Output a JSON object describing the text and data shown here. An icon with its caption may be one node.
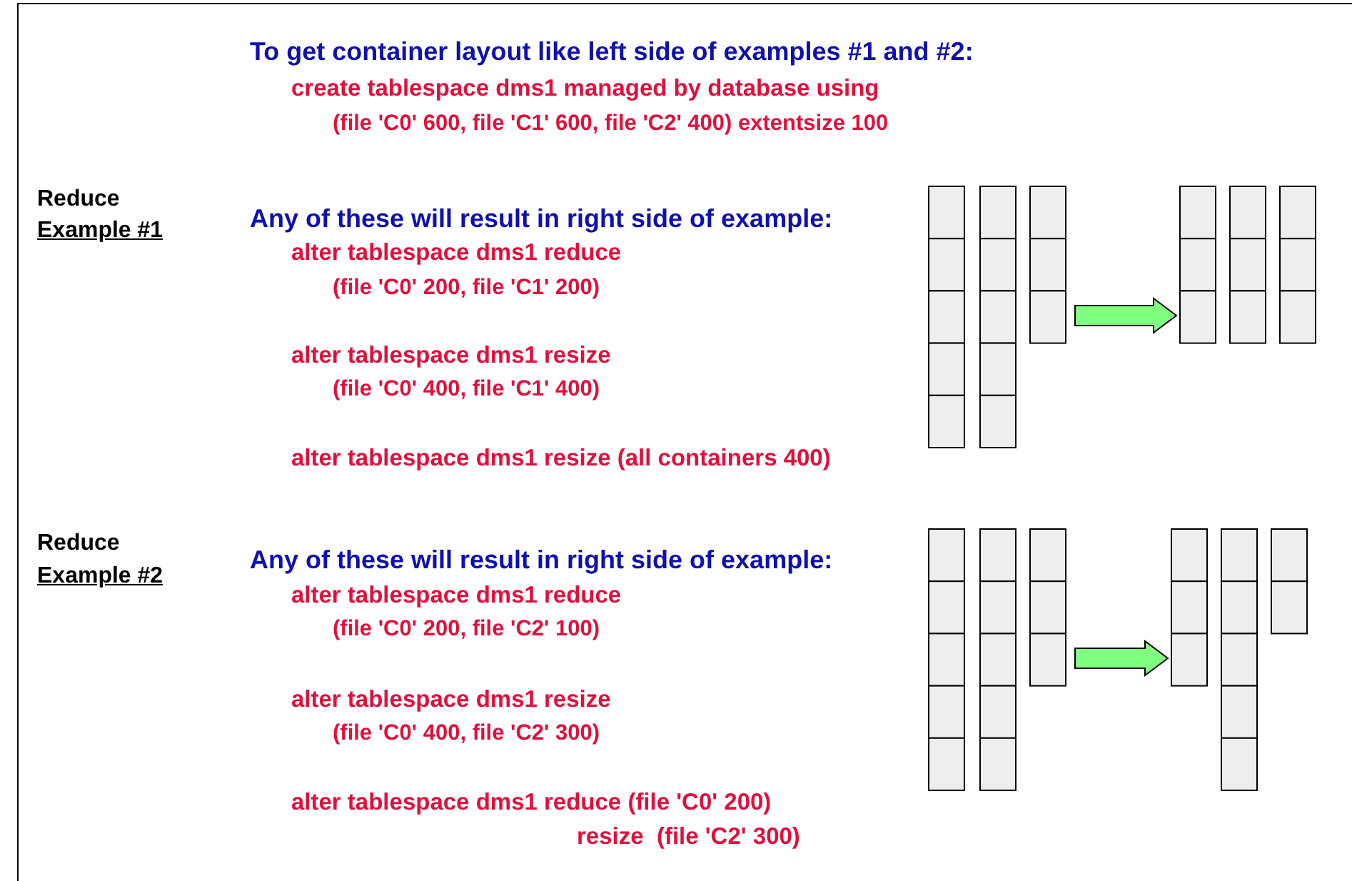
{
  "diagram": {
    "nodes": [
      {
        "text": [],
        "shape": "picture"
      },
      {
        "text": [],
        "shape": "picture"
      },
      {
        "text": [],
        "shape": "picture"
      },
      {
        "text": [],
        "shape": "picture"
      }
    ],
    "edges": [
      {
        "from": 0,
        "to": 1,
        "arrow": "to",
        "style": "thick",
        "color": "#80ff80"
      },
      {
        "from": 2,
        "to": 3,
        "arrow": "to",
        "style": "thick",
        "color": "#80ff80"
      }
    ],
    "labels": [
      "To get container layout like left side of examples #1 and #2:",
      "create tablespace dms1 managed by database using",
      "(file 'C0' 600, file 'C1' 600, file 'C2' 400) extentsize 100",
      "Reduce",
      "Example #1",
      "Any of these will result in right side of example:",
      "alter tablespace dms1 reduce",
      "(file 'C0' 200, file 'C1' 200)",
      "alter tablespace dms1 resize",
      "(file 'C0' 400, file 'C1' 400)",
      "alter tablespace dms1 resize (all containers 400)",
      "Reduce",
      "Example #2",
      "Any of these will result in right side of example:",
      "alter tablespace dms1 reduce",
      "(file 'C0' 200, file 'C2' 100)",
      "alter tablespace dms1 resize",
      "(file 'C0' 400, file 'C2' 300)",
      "alter tablespace dms1 reduce (file 'C0' 200)",
      "resize  (file 'C2' 300)"
    ]
  }
}
